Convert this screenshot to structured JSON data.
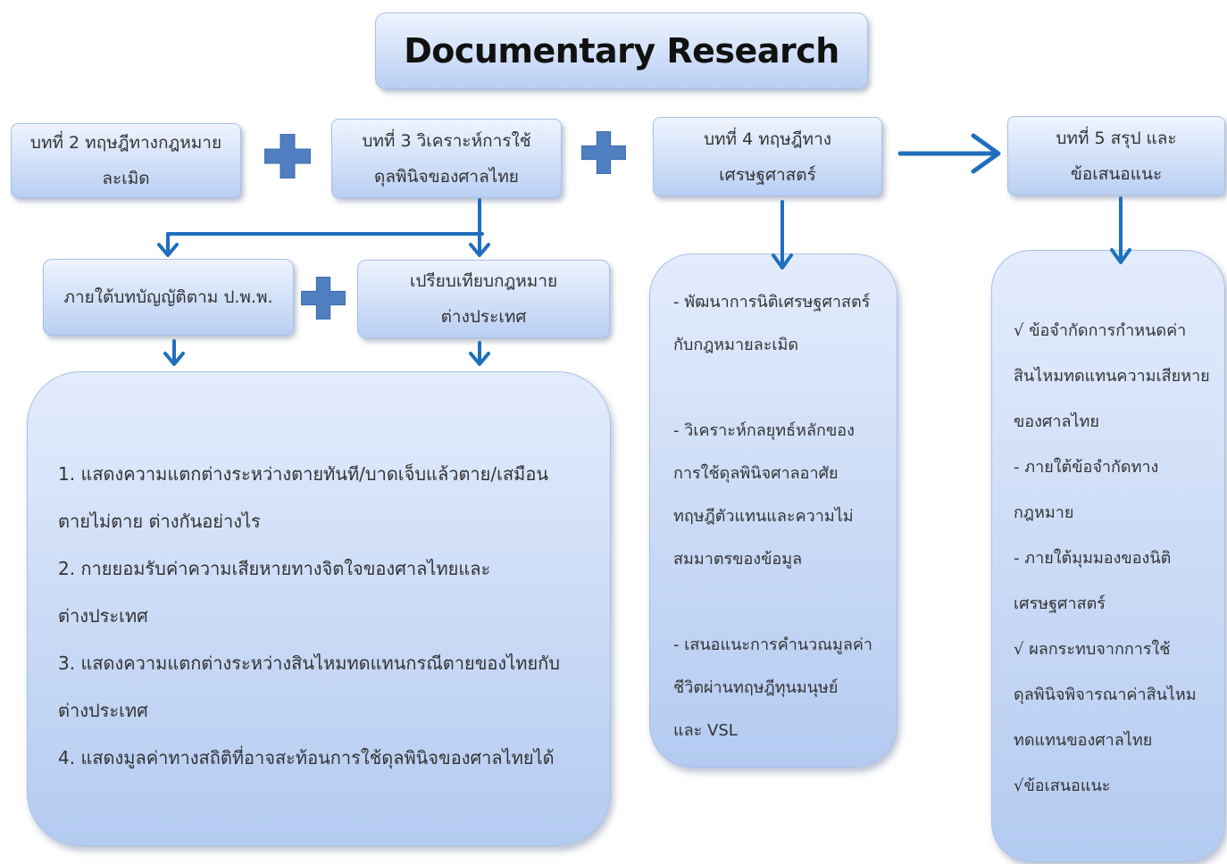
{
  "title": "Documentary Research",
  "chapters": [
    {
      "lines": [
        "บทที่ 2  ทฤษฎีทางกฎหมาย",
        "ละเมิด"
      ]
    },
    {
      "lines": [
        "บทที่ 3  วิเคราะห์การใช้",
        "ดุลพินิจของศาลไทย"
      ]
    },
    {
      "lines": [
        "บทที่ 4  ทฤษฎีทาง",
        "เศรษฐศาสตร์"
      ]
    },
    {
      "lines": [
        "บทที่ 5 สรุป และ",
        "ข้อเสนอแนะ"
      ]
    }
  ],
  "sub_boxes": [
    {
      "lines": [
        "ภายใต้บทบัญญัติตาม ป.พ.พ."
      ]
    },
    {
      "lines": [
        "เปรียบเทียบกฎหมาย",
        "ต่างประเทศ"
      ]
    }
  ],
  "findings": [
    "1. แสดงความแตกต่างระหว่างตายทันที/บาดเจ็บแล้วตาย/เสมือน",
    "ตายไม่ตาย ต่างกันอย่างไร",
    "2. กายยอมรับค่าความเสียหายทางจิตใจของศาลไทยและ",
    "ต่างประเทศ",
    "3. แสดงความแตกต่างระหว่างสินไหมทดแทนกรณีตายของไทยกับ",
    "ต่างประเทศ",
    "4. แสดงมูลค่าทางสถิติที่อาจสะท้อนการใช้ดุลพินิจของศาลไทยได้"
  ],
  "economics": [
    "- พัฒนาการนิติเศรษฐศาสตร์",
    "กับกฎหมายละเมิด",
    "",
    "- วิเคราะห์กลยุทธ์หลักของ",
    "การใช้ดุลพินิจศาลอาศัย",
    "ทฤษฎีตัวแทนและความไม่",
    "สมมาตรของข้อมูล",
    "",
    "- เสนอแนะการคำนวณมูลค่า",
    "ชีวิตผ่านทฤษฎีทุนมนุษย์",
    "และ VSL"
  ],
  "conclusion": [
    "√  ข้อจำกัดการกำหนดค่า",
    "สินไหมทดแทนความเสียหาย",
    "ของศาลไทย",
    "  - ภายใต้ข้อจำกัดทาง",
    "กฎหมาย",
    "  - ภายใต้มุมมองของนิติ",
    "เศรษฐศาสตร์",
    "√ ผลกระทบจากการใช้",
    "ดุลพินิจพิจารณาค่าสินไหม",
    "ทดแทนของศาลไทย",
    "√ข้อเสนอแนะ"
  ],
  "colors": {
    "arrow": "#1f6fbd",
    "plus": "#4f7fc0",
    "box_top": "#eef4fe",
    "box_bottom": "#b9cff3"
  },
  "icons": {
    "plus": "plus-icon",
    "arrow": "arrow-icon"
  }
}
